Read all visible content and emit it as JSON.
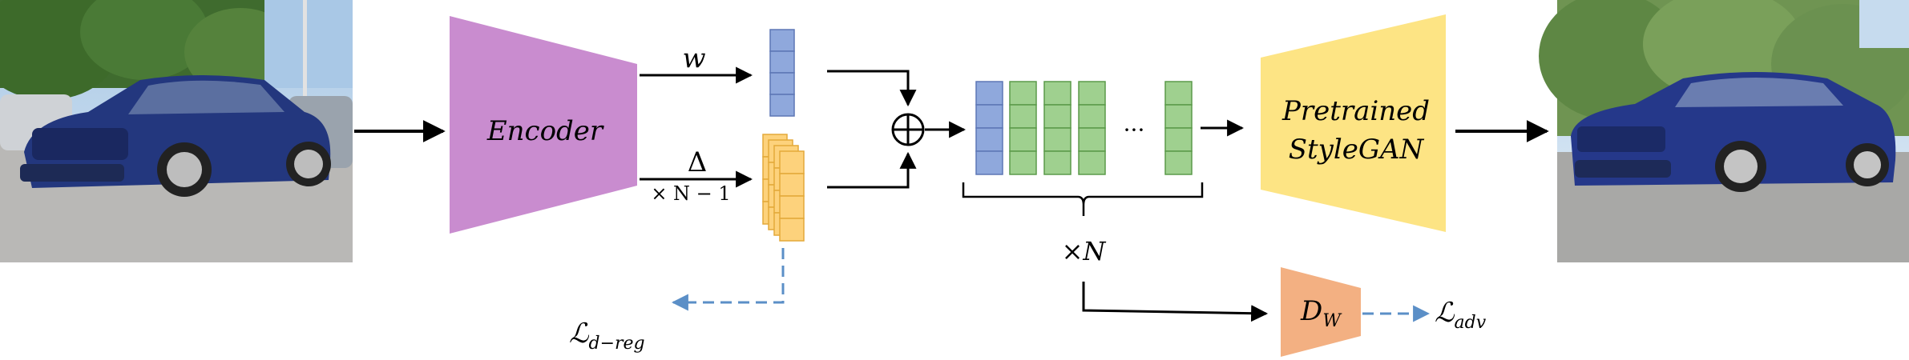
{
  "encoder": {
    "label": "Encoder",
    "color": "#c98ccf"
  },
  "decoder": {
    "line1": "Pretrained",
    "line2": "StyleGAN",
    "color": "#fde484"
  },
  "discriminator": {
    "label_main": "D",
    "label_sub": "W",
    "color": "#f3b082"
  },
  "w_branch": {
    "label": "w",
    "color": "#8fa8dc"
  },
  "delta_branch": {
    "label": "Δ",
    "count_label": "× N − 1",
    "color": "#fdd27c"
  },
  "latent_block": {
    "blue": "#8fa8dc",
    "green": "#9fd08f",
    "ellipsis": "···",
    "count_label": "×N"
  },
  "combine_op": {
    "symbol": "⊕"
  },
  "losses": {
    "d_reg": {
      "main": "ℒ",
      "sub": "d−reg"
    },
    "adv": {
      "main": "ℒ",
      "sub": "adv"
    }
  },
  "input_image": {
    "description_icon": "car-photo-icon",
    "car_color": "#23377e"
  },
  "output_image": {
    "description_icon": "car-photo-icon",
    "car_color": "#25388a"
  },
  "colors": {
    "arrow": "#000000",
    "dashed_arrow": "#5b8fc7"
  }
}
